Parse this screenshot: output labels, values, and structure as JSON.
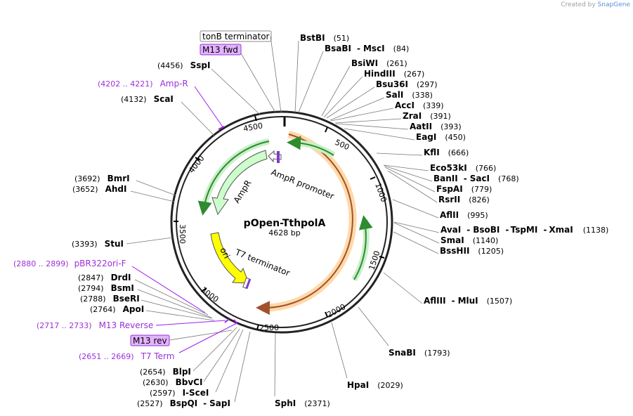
{
  "credit": {
    "prefix": "Created by",
    "brand": "SnapGene"
  },
  "plasmid": {
    "name": "pOpen-TthpolA",
    "length": 4628,
    "size_label": "4628 bp"
  },
  "ticks": [
    "500",
    "1000",
    "1500",
    "2000",
    "2500",
    "3000",
    "3500",
    "4000",
    "4500"
  ],
  "features": [
    {
      "name": "AmpR promoter",
      "color": "#ffffff"
    },
    {
      "name": "AmpR",
      "color": "#ccffcc"
    },
    {
      "name": "ori",
      "color": "#ffff00"
    },
    {
      "name": "T7 terminator",
      "color": "#ffffff"
    }
  ],
  "boxed_labels": [
    {
      "name": "tonB terminator",
      "style": "plain"
    },
    {
      "name": "M13 fwd",
      "style": "primer"
    },
    {
      "name": "M13 rev",
      "style": "primer"
    }
  ],
  "enzymes_right": [
    {
      "names": [
        "BstBI"
      ],
      "pos": "(51)"
    },
    {
      "names": [
        "BsaBI",
        "MscI"
      ],
      "pos": "(84)"
    },
    {
      "names": [
        "BsiWI"
      ],
      "pos": "(261)"
    },
    {
      "names": [
        "HindIII"
      ],
      "pos": "(267)"
    },
    {
      "names": [
        "Bsu36I"
      ],
      "pos": "(297)"
    },
    {
      "names": [
        "SalI"
      ],
      "pos": "(338)"
    },
    {
      "names": [
        "AccI"
      ],
      "pos": "(339)"
    },
    {
      "names": [
        "ZraI"
      ],
      "pos": "(391)"
    },
    {
      "names": [
        "AatII"
      ],
      "pos": "(393)"
    },
    {
      "names": [
        "EagI"
      ],
      "pos": "(450)"
    },
    {
      "names": [
        "KflI"
      ],
      "pos": "(666)"
    },
    {
      "names": [
        "Eco53kI"
      ],
      "pos": "(766)"
    },
    {
      "names": [
        "BanII",
        "SacI"
      ],
      "pos": "(768)"
    },
    {
      "names": [
        "FspAI"
      ],
      "pos": "(779)"
    },
    {
      "names": [
        "RsrII"
      ],
      "pos": "(826)"
    },
    {
      "names": [
        "AflII"
      ],
      "pos": "(995)"
    },
    {
      "names": [
        "AvaI",
        "BsoBI",
        "TspMI",
        "XmaI"
      ],
      "pos": "(1138)"
    },
    {
      "names": [
        "SmaI"
      ],
      "pos": "(1140)"
    },
    {
      "names": [
        "BssHII"
      ],
      "pos": "(1205)"
    },
    {
      "names": [
        "AflIII",
        "MluI"
      ],
      "pos": "(1507)"
    },
    {
      "names": [
        "SnaBI"
      ],
      "pos": "(1793)"
    },
    {
      "names": [
        "HpaI"
      ],
      "pos": "(2029)"
    },
    {
      "names": [
        "SphI"
      ],
      "pos": "(2371)"
    }
  ],
  "enzymes_left": [
    {
      "names": [
        "SspI"
      ],
      "pos": "(4456)"
    },
    {
      "names": [
        "ScaI"
      ],
      "pos": "(4132)"
    },
    {
      "names": [
        "BmrI"
      ],
      "pos": "(3692)"
    },
    {
      "names": [
        "AhdI"
      ],
      "pos": "(3652)"
    },
    {
      "names": [
        "StuI"
      ],
      "pos": "(3393)"
    },
    {
      "names": [
        "DrdI"
      ],
      "pos": "(2847)"
    },
    {
      "names": [
        "BsmI"
      ],
      "pos": "(2794)"
    },
    {
      "names": [
        "BseRI"
      ],
      "pos": "(2788)"
    },
    {
      "names": [
        "ApoI"
      ],
      "pos": "(2764)"
    },
    {
      "names": [
        "BlpI"
      ],
      "pos": "(2654)"
    },
    {
      "names": [
        "BbvCI"
      ],
      "pos": "(2630)"
    },
    {
      "names": [
        "I-SceI"
      ],
      "pos": "(2597)"
    },
    {
      "names": [
        "BspQI",
        "SapI"
      ],
      "pos": "(2527)"
    }
  ],
  "primers": [
    {
      "range": "(4202 .. 4221)",
      "name": "Amp-R"
    },
    {
      "range": "(2880 .. 2899)",
      "name": "pBR322ori-F"
    },
    {
      "range": "(2717 .. 2733)",
      "name": "M13 Reverse"
    },
    {
      "range": "(2651 .. 2669)",
      "name": "T7 Term"
    }
  ],
  "colors": {
    "primer": "#9b30d9",
    "primer_box": "#e2b3ff",
    "orf_fill": "#ffd9a8",
    "orf_arrow": "#a0522d",
    "green_arc": "#2e8b2e",
    "backbone": "#222222"
  }
}
